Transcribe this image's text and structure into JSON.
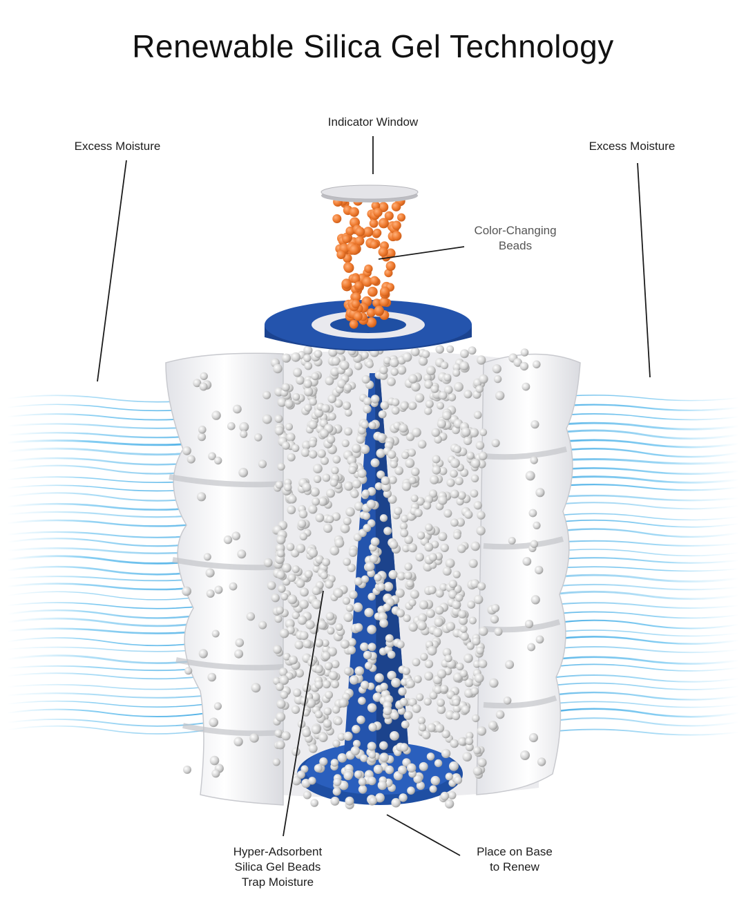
{
  "title": "Renewable Silica Gel Technology",
  "labels": {
    "indicator_window": "Indicator Window",
    "excess_moisture_left": "Excess Moisture",
    "excess_moisture_right": "Excess Moisture",
    "color_changing_line1": "Color-Changing",
    "color_changing_line2": "Beads",
    "hyper_line1": "Hyper-Adsorbent",
    "hyper_line2": "Silica Gel Beads",
    "hyper_line3": "Trap Moisture",
    "base_line1": "Place on Base",
    "base_line2": "to Renew"
  },
  "colors": {
    "accent_blue": "#1f4fa3",
    "bead_orange": "#ee7a2f",
    "bead_gray": "#cfcfcf",
    "moisture_blue": "#4fb6ea",
    "shell_white": "#f4f4f6"
  }
}
